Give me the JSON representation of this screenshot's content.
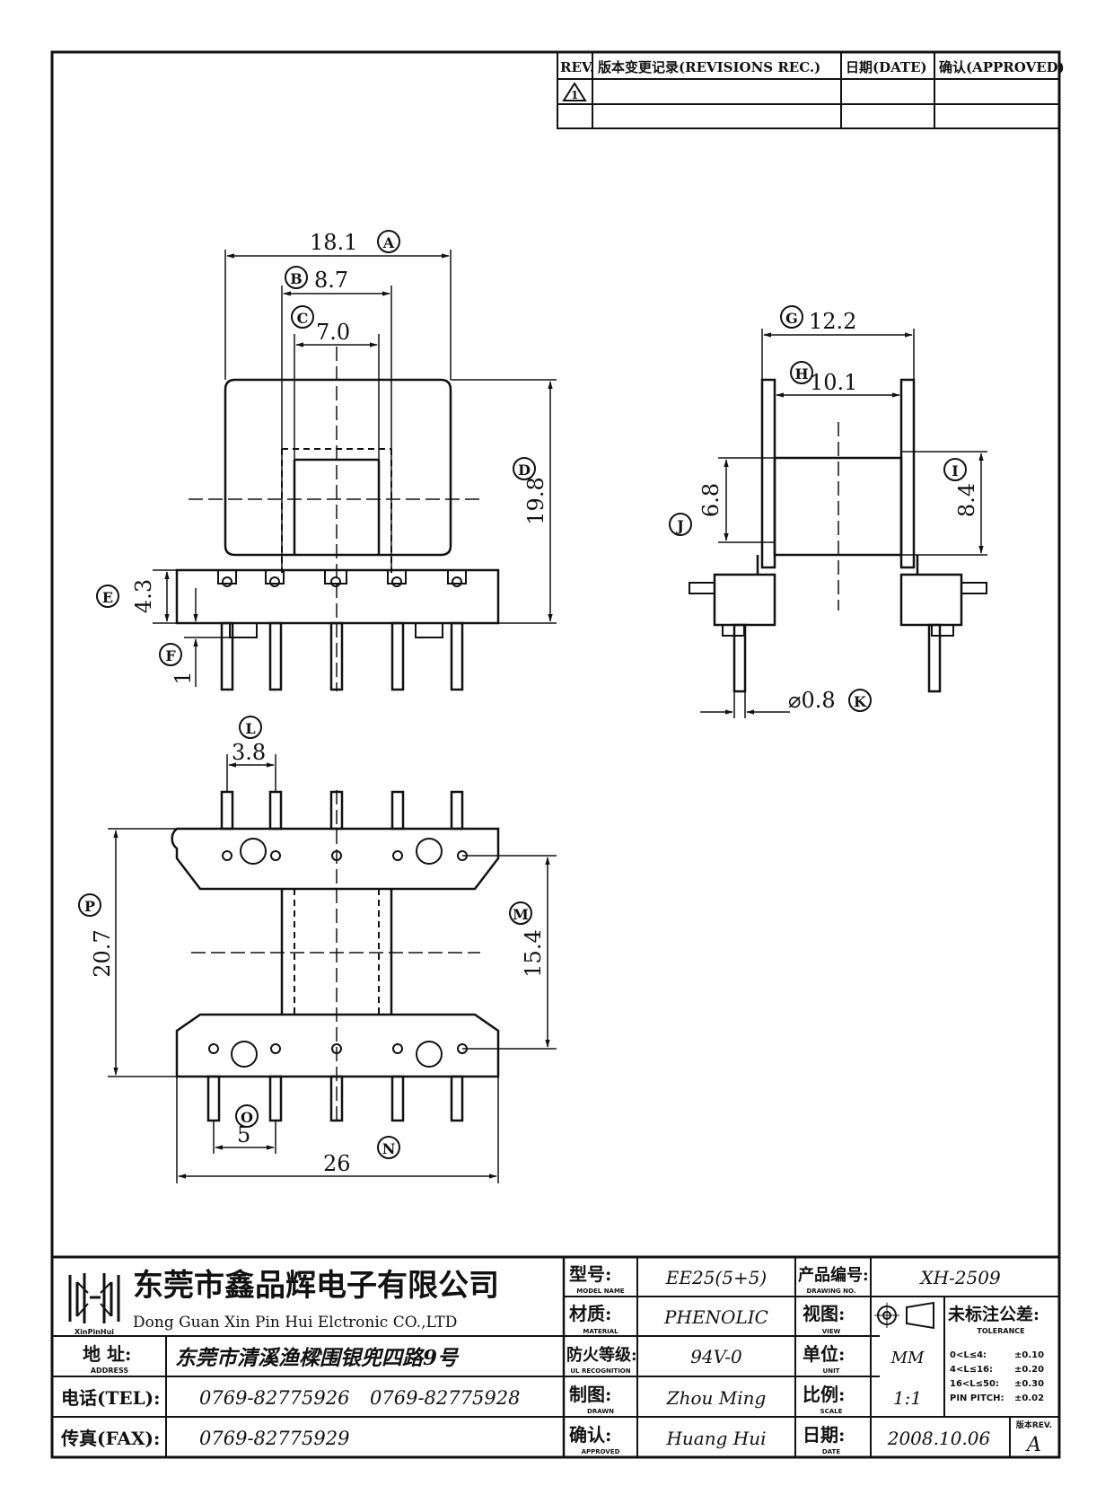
{
  "revision_table": {
    "col_rev": "REV.",
    "col_record": "版本变更记录(REVISIONS REC.)",
    "col_date": "日期(DATE)",
    "col_approved": "确认(APPROVED)",
    "row1_rev": "1"
  },
  "dimensions": {
    "A": {
      "letter": "A",
      "value": "18.1"
    },
    "B": {
      "letter": "B",
      "value": "8.7"
    },
    "C": {
      "letter": "C",
      "value": "7.0"
    },
    "D": {
      "letter": "D",
      "value": "19.8"
    },
    "E": {
      "letter": "E",
      "value": "4.3"
    },
    "F": {
      "letter": "F",
      "value": "1"
    },
    "G": {
      "letter": "G",
      "value": "12.2"
    },
    "H": {
      "letter": "H",
      "value": "10.1"
    },
    "I": {
      "letter": "I",
      "value": "8.4"
    },
    "J": {
      "letter": "J",
      "value": "6.8"
    },
    "K": {
      "letter": "K",
      "value": "⌀0.8"
    },
    "L": {
      "letter": "L",
      "value": "3.8"
    },
    "M": {
      "letter": "M",
      "value": "15.4"
    },
    "N": {
      "letter": "N",
      "value": "26"
    },
    "O": {
      "letter": "O",
      "value": "5"
    },
    "P": {
      "letter": "P",
      "value": "20.7"
    }
  },
  "title_block": {
    "company_cn": "东莞市鑫品辉电子有限公司",
    "company_en": "Dong Guan Xin Pin Hui Elctronic CO.,LTD",
    "logo_caption": "XinPinHui",
    "address_label": "地 址:",
    "address_sub": "ADDRESS",
    "address": "东莞市清溪渔樑围银兜四路9号",
    "tel_label": "电话(TEL):",
    "tel1": "0769-82775926",
    "tel2": "0769-82775928",
    "fax_label": "传真(FAX):",
    "fax": "0769-82775929",
    "model_label": "型号:",
    "model_sub": "MODEL NAME",
    "model": "EE25(5+5)",
    "material_label": "材质:",
    "material_sub": "MATERIAL",
    "material": "PHENOLIC",
    "fire_label": "防火等级:",
    "fire_sub": "UL RECOGNITION",
    "fire": "94V-0",
    "drawn_label": "制图:",
    "drawn_sub": "DRAWN",
    "drawn": "Zhou Ming",
    "approved_label": "确认:",
    "approved_sub": "APPROVED",
    "approved": "Huang Hui",
    "drawing_no_label": "产品编号:",
    "drawing_no_sub": "DRAWING NO.",
    "drawing_no": "XH-2509",
    "view_label": "视图:",
    "view_sub": "VIEW",
    "unit_label": "单位:",
    "unit_sub": "UNIT",
    "unit": "MM",
    "scale_label": "比例:",
    "scale_sub": "SCALE",
    "scale": "1:1",
    "date_label": "日期:",
    "date_sub": "DATE",
    "date": "2008.10.06",
    "tolerance_label": "未标注公差:",
    "tolerance_sub": "TOLERANCE",
    "tolerance_rows": [
      {
        "range": "0<L≤4:",
        "value": "±0.10"
      },
      {
        "range": "4<L≤16:",
        "value": "±0.20"
      },
      {
        "range": "16<L≤50:",
        "value": "±0.30"
      },
      {
        "range": "PIN PITCH:",
        "value": "±0.02"
      }
    ],
    "rev_label": "版本REV.",
    "rev": "A"
  }
}
